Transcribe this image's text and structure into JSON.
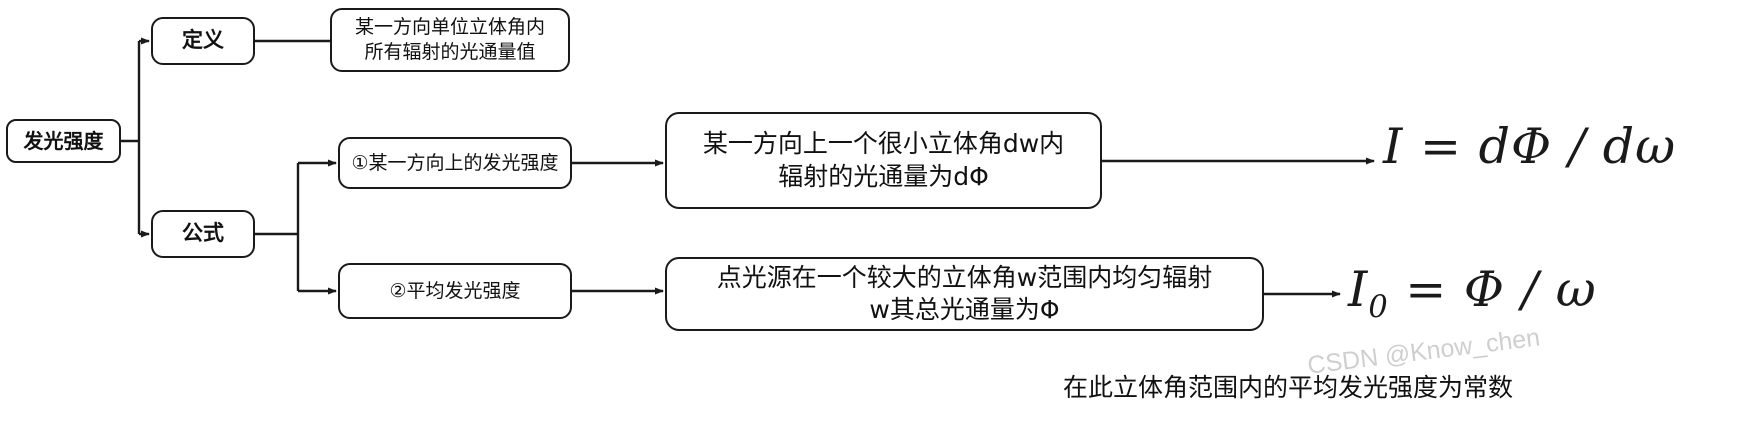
{
  "diagram": {
    "title": "发光强度",
    "type": "mind-map",
    "line_color": "#1a1a1a",
    "box_border_color": "#1a1a1a",
    "background_color": "#ffffff"
  },
  "nodes": {
    "root": {
      "label": "发光强度"
    },
    "branch_define": {
      "label": "定义"
    },
    "branch_formula": {
      "label": "公式"
    },
    "define_desc": {
      "line1": "某一方向单位立体角内",
      "line2": "所有辐射的光通量值"
    },
    "case1": {
      "label": "①某一方向上的发光强度"
    },
    "case2": {
      "label": "②平均发光强度"
    },
    "detail1": {
      "line1": "某一方向上一个很小立体角dw内",
      "line2": "辐射的光通量为dΦ"
    },
    "detail2": {
      "line1": "点光源在一个较大的立体角w范围内均匀辐射",
      "line2": "w其总光通量为Φ"
    }
  },
  "formulas": {
    "formula1": {
      "lhs": "I",
      "eq": "=",
      "rhs": "dΦ / dω",
      "full": "I = dΦ / dω"
    },
    "formula2": {
      "lhs": "I",
      "sub": "0",
      "eq": "=",
      "rhs": "Φ / ω",
      "full": "I0 = Φ / ω"
    }
  },
  "caption": {
    "text": "在此立体角范围内的平均发光强度为常数"
  },
  "watermark": {
    "text": "CSDN @Know_chen"
  }
}
